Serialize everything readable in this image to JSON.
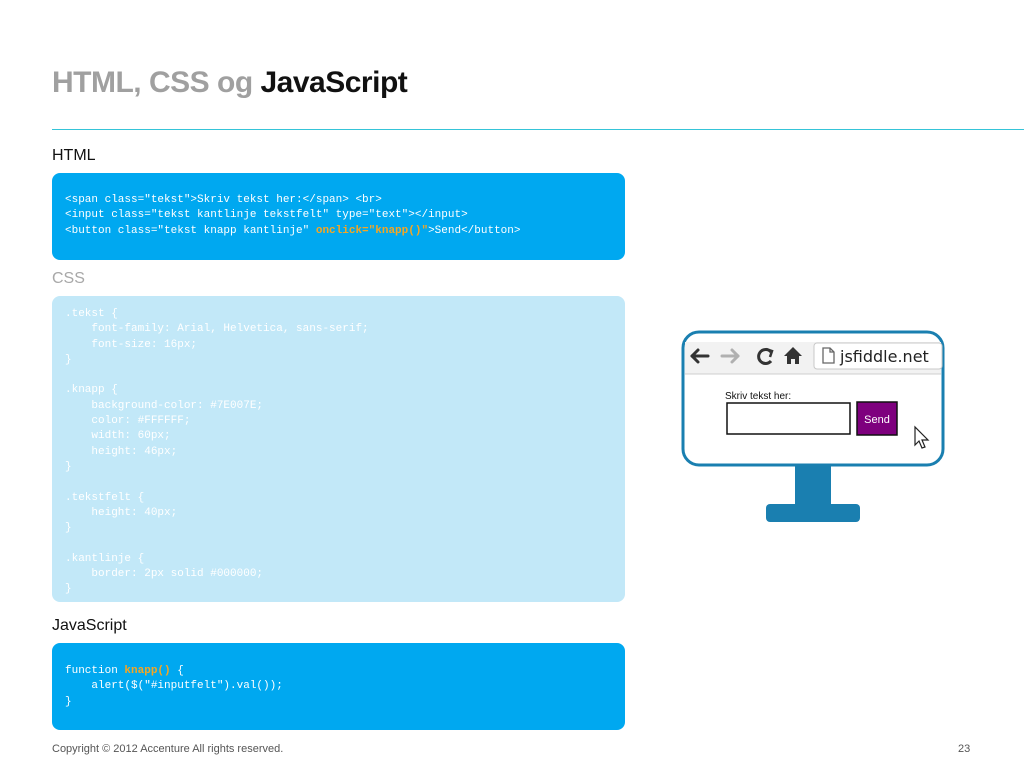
{
  "title": {
    "part1": "HTML, CSS og",
    "part2": "JavaScript"
  },
  "sections": {
    "html_label": "HTML",
    "css_label": "CSS",
    "js_label": "JavaScript"
  },
  "html_code": {
    "line1": "<span class=\"tekst\">Skriv tekst her:</span> <br>",
    "line2": "<input class=\"tekst kantlinje tekstfelt\" type=\"text\"></input>",
    "line3_a": "<button class=\"tekst knapp kantlinje\" ",
    "line3_hl": "onclick=\"knapp()\"",
    "line3_b": ">Send</button>"
  },
  "css_code": ".tekst {\n    font-family: Arial, Helvetica, sans-serif;\n    font-size: 16px;\n}\n\n.knapp {\n    background-color: #7E007E;\n    color: #FFFFFF;\n    width: 60px;\n    height: 46px;\n}\n\n.tekstfelt {\n    height: 40px;\n}\n\n.kantlinje {\n    border: 2px solid #000000;\n}",
  "js_code": {
    "line1_a": "function ",
    "line1_hl": "knapp()",
    "line1_b": " {",
    "line2": "    alert($(\"#inputfelt\").val());",
    "line3": "}"
  },
  "browser": {
    "url": "jsfiddle.net",
    "prompt": "Skriv tekst her:",
    "button": "Send",
    "accent": "#7e007e",
    "frame_color": "#1a7fb0"
  },
  "footer": {
    "copyright": "Copyright © 2012 Accenture  All rights reserved.",
    "page": "23"
  }
}
